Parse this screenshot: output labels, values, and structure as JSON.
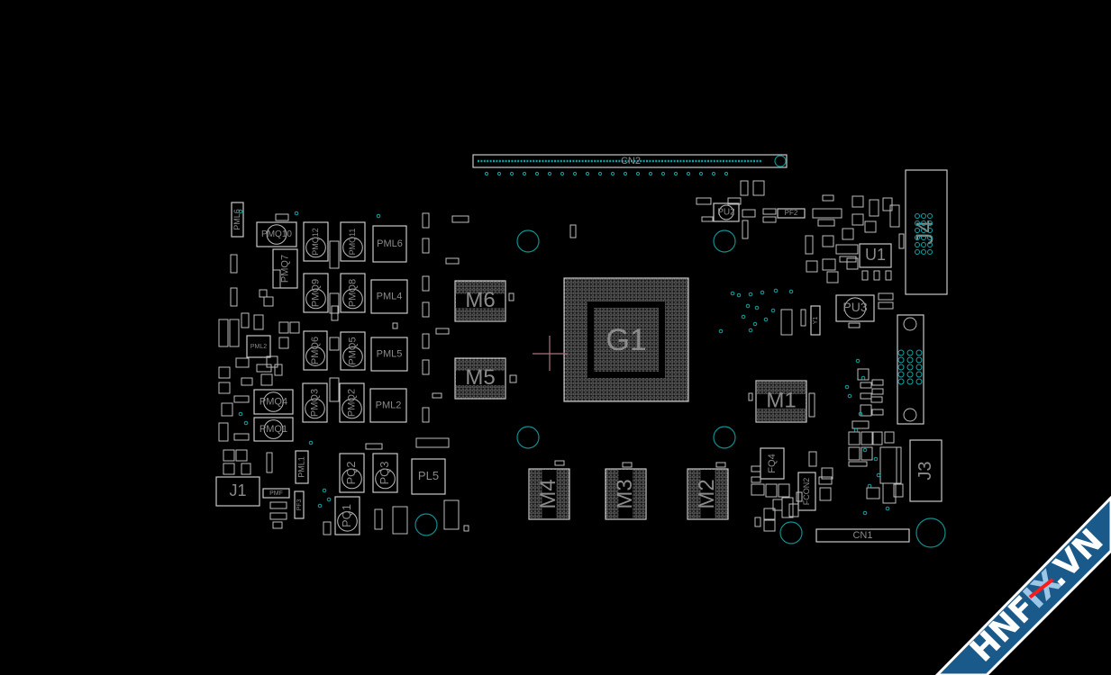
{
  "board": {
    "connectors": {
      "cn2": "CN2",
      "cn1": "CN1",
      "j4": "J4",
      "j3": "J3",
      "j1": "J1"
    },
    "gpu": "G1",
    "memory": [
      "M6",
      "M5",
      "M1",
      "M4",
      "M3",
      "M2"
    ],
    "right_parts": {
      "u1": "U1",
      "pu3": "PU3",
      "pu2": "PU2",
      "pf2": "PF2",
      "y1": "Y1",
      "fq4": "FQ4",
      "fcon2": "FCON2"
    },
    "left_parts": {
      "pml6a": "PML6",
      "pmq10": "PMQ10",
      "pmq7": "PMQ7",
      "pmq12": "PMQ12",
      "pmq11": "PMQ11",
      "pml6": "PML6",
      "pmq9": "PMQ9",
      "pmq8": "PMQ8",
      "pml4": "PML4",
      "pml2s": "PML2",
      "pmq6": "PMQ6",
      "pmq5": "PMQ5",
      "pml5": "PML5",
      "pmq4": "PMQ4",
      "pmq1": "PMQ1",
      "pmq3": "PMQ3",
      "pmq2": "PMQ2",
      "pml2": "PML2",
      "pml1": "PML1",
      "pq2": "PQ2",
      "pq3": "PQ3",
      "pl5": "PL5",
      "pq1": "PQ1",
      "pmf": "PMF",
      "pf3": "PF3"
    }
  },
  "colors": {
    "background": "#000000",
    "outline": "#c8c8c8",
    "hole": "#0f8f8f",
    "cursor": "#b07080",
    "watermark_band": "#1a5a8a",
    "watermark_accent": "#ff1a1a"
  },
  "watermark": {
    "text_a": "HNF",
    "text_b": "IX",
    "text_c": ".VN"
  }
}
